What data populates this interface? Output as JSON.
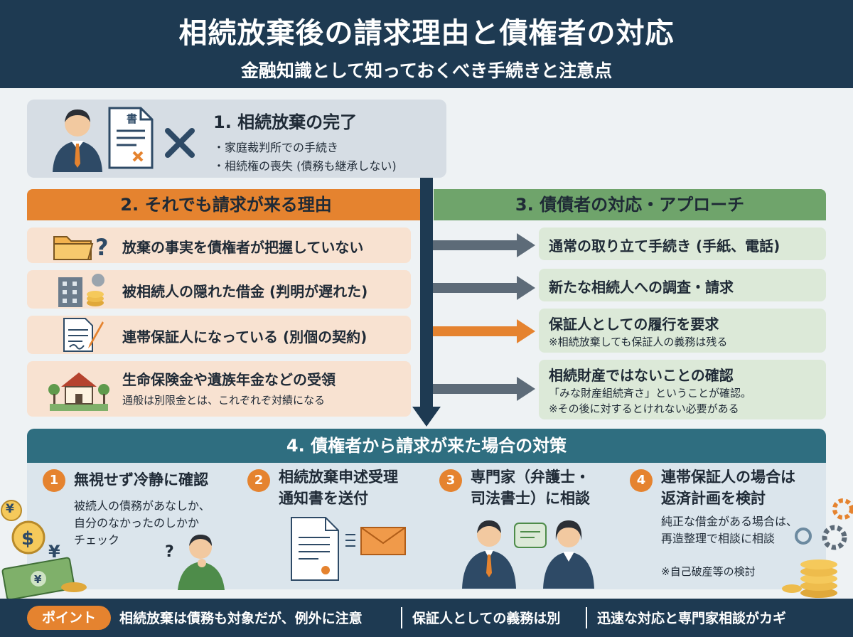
{
  "header": {
    "title": "相続放棄後の請求理由と債権者の対応",
    "subtitle": "金融知識として知っておくべき手続きと注意点"
  },
  "step1": {
    "title": "1. 相続放棄の完了",
    "items": [
      "・家庭裁判所での手続き",
      "・相続権の喪失 (債務も継承しない)"
    ],
    "doc_char": "書"
  },
  "reasons": {
    "header": "2. それでも請求が来る理由",
    "items": [
      {
        "text": "放棄の事実を債権者が把握していない"
      },
      {
        "text": "被相続人の隠れた借金 (判明が遅れた)"
      },
      {
        "text": "連帯保証人になっている (別個の契約)"
      },
      {
        "text": "生命保険金や遺族年金などの受領",
        "sub": "通般は別限金とは、これぞれぞ対績になる"
      }
    ]
  },
  "responses": {
    "header": "3. 債債者の対応・アプローチ",
    "items": [
      {
        "text": "通常の取り立て手続き (手紙、電話)"
      },
      {
        "text": "新たな相続人への調査・請求"
      },
      {
        "text": "保証人としての履行を要求",
        "sub": "※相続放棄しても保証人の義務は残る"
      },
      {
        "text": "相続財産ではないことの確認",
        "sub": "「みな財産組続斉さ」ということが確認。",
        "sub2": "※その後に対するとけれない必要がある"
      }
    ]
  },
  "measures": {
    "header": "4. 債権者から請求が来た場合の対策",
    "steps": [
      {
        "num": "1",
        "title": "無視せず冷静に確認",
        "desc": [
          "被続人の債務があなしか、",
          "自分のなかったのしかか",
          "チェック"
        ]
      },
      {
        "num": "2",
        "title": "相続放棄申述受理\n通知書を送付",
        "desc": []
      },
      {
        "num": "3",
        "title": "専門家（弁護士・\n司法書士）に相談",
        "desc": []
      },
      {
        "num": "4",
        "title": "連帯保証人の場合は\n返済計画を検討",
        "desc": [
          "純正な借金がある場合は、",
          "再造整理で相談に相談"
        ],
        "note": "※自己破産等の検討"
      }
    ]
  },
  "deco": {
    "yen": "¥",
    "question": "?"
  },
  "footer": {
    "badge": "ポイント",
    "points": [
      "相続放棄は債務も対象だが、例外に注意",
      "保証人としての義務は別",
      "迅速な対応と専門家相談がカギ"
    ]
  },
  "colors": {
    "navy": "#1e3a52",
    "orange": "#e5832f",
    "green": "#6fa46b",
    "teal": "#2f6e80",
    "arrow_gray": "#5d6b78"
  }
}
